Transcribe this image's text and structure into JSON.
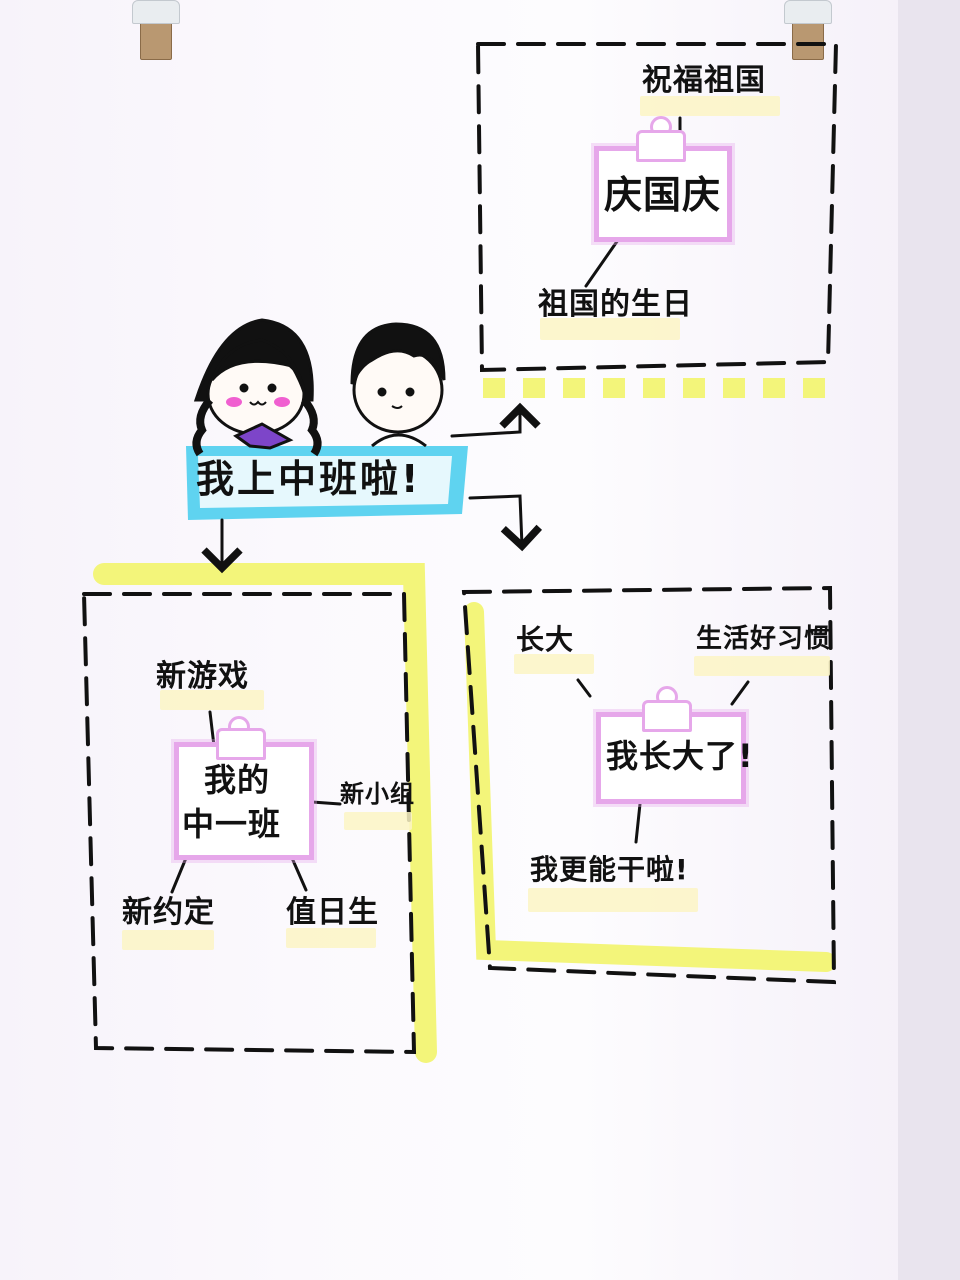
{
  "title": "我上中班啦!",
  "colors": {
    "dash": "#111111",
    "highlight_yellow": "#f3f57a",
    "banner_blue": "#5fd3f0",
    "node_pink": "#e6a7ea",
    "accent_purple": "#7d45c9"
  },
  "branches": {
    "national_day": {
      "center": "庆国庆",
      "labels": [
        "祝福祖国",
        "祖国的生日"
      ]
    },
    "my_class": {
      "center_line1": "我的",
      "center_line2": "中一班",
      "labels": [
        "新游戏",
        "新小组",
        "新约定",
        "值日生"
      ]
    },
    "growing_up": {
      "center": "我长大了!",
      "labels": [
        "长大",
        "生活好习惯",
        "我更能干啦!"
      ]
    }
  },
  "icons": [
    "girl-illustration",
    "boy-illustration",
    "arrow-icon",
    "clipboard-icon",
    "clothespin-icon"
  ]
}
